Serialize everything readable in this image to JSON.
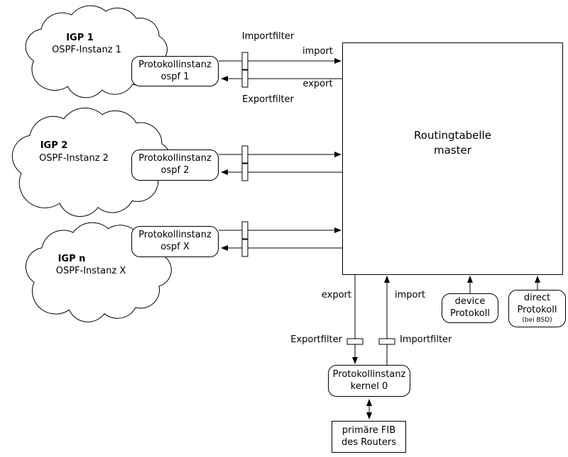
{
  "diagram": {
    "clouds": [
      {
        "title": "IGP 1",
        "subtitle": "OSPF-Instanz 1"
      },
      {
        "title": "IGP 2",
        "subtitle": "OSPF-Instanz 2"
      },
      {
        "title": "IGP n",
        "subtitle": "OSPF-Instanz X"
      }
    ],
    "protocol_boxes": [
      {
        "line1": "Protokollinstanz",
        "line2": "ospf 1"
      },
      {
        "line1": "Protokollinstanz",
        "line2": "ospf 2"
      },
      {
        "line1": "Protokollinstanz",
        "line2": "ospf X"
      }
    ],
    "routing_table": {
      "line1": "Routingtabelle",
      "line2": "master"
    },
    "top_labels": {
      "importfilter": "Importfilter",
      "exportfilter": "Exportfilter",
      "import": "import",
      "export": "export"
    },
    "bottom_labels": {
      "export": "export",
      "import": "import",
      "exportfilter": "Exportfilter",
      "importfilter": "Importfilter"
    },
    "kernel_box": {
      "line1": "Protokollinstanz",
      "line2": "kernel 0"
    },
    "fib_box": {
      "line1": "primäre FIB",
      "line2": "des Routers"
    },
    "device_box": {
      "line1": "device",
      "line2": "Protokoll"
    },
    "direct_box": {
      "line1": "direct",
      "line2": "Protokoll",
      "line3": "(bei BSD)"
    },
    "colors": {
      "stroke": "#000000",
      "background": "#ffffff"
    }
  }
}
